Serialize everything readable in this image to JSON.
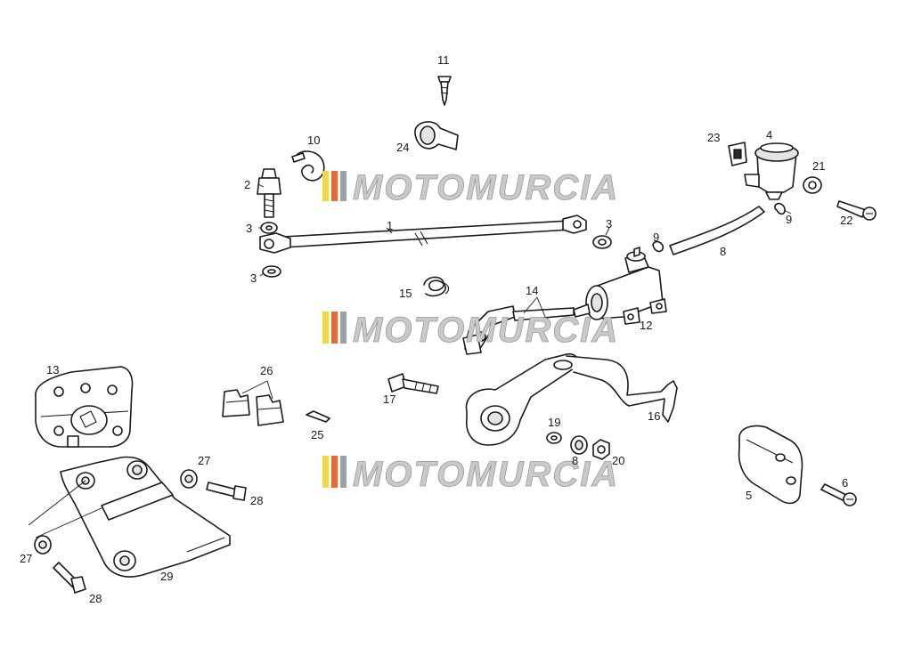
{
  "watermark": {
    "text": "MOTOMURCIA",
    "colors": [
      "#f2d64b",
      "#e46a3a",
      "#9aa3ad"
    ]
  },
  "callouts": {
    "c1": "1",
    "c2": "2",
    "c3a": "3",
    "c3b": "3",
    "c3c": "3",
    "c4": "4",
    "c5": "5",
    "c6": "6",
    "c8a": "8",
    "c8b": "8",
    "c9a": "9",
    "c9b": "9",
    "c10": "10",
    "c11": "11",
    "c12": "12",
    "c13": "13",
    "c14": "14",
    "c15": "15",
    "c16": "16",
    "c17": "17",
    "c19": "19",
    "c20": "20",
    "c21": "21",
    "c22": "22",
    "c23": "23",
    "c24": "24",
    "c25": "25",
    "c26": "26",
    "c27a": "27",
    "c27b": "27",
    "c28a": "28",
    "c28b": "28",
    "c29": "29"
  }
}
